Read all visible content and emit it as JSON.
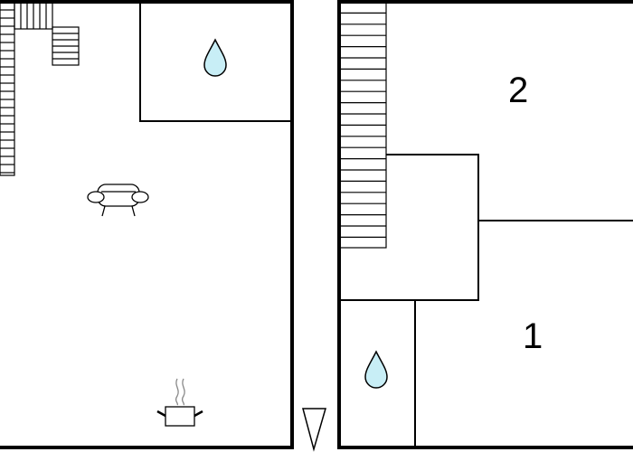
{
  "floor_plan": {
    "rooms": [
      {
        "id": "room-2",
        "label": "2"
      },
      {
        "id": "room-1",
        "label": "1"
      }
    ],
    "symbols": [
      {
        "name": "bathroom",
        "icon": "water-drop-icon"
      },
      {
        "name": "living-room",
        "icon": "sofa-icon"
      },
      {
        "name": "kitchen",
        "icon": "cooking-pot-icon"
      },
      {
        "name": "entrance",
        "icon": "entrance-arrow-icon"
      },
      {
        "name": "stairs",
        "icon": "staircase"
      }
    ],
    "colors": {
      "wall": "#000000",
      "water_drop_fill": "#c8eef6",
      "background": "#ffffff"
    }
  }
}
